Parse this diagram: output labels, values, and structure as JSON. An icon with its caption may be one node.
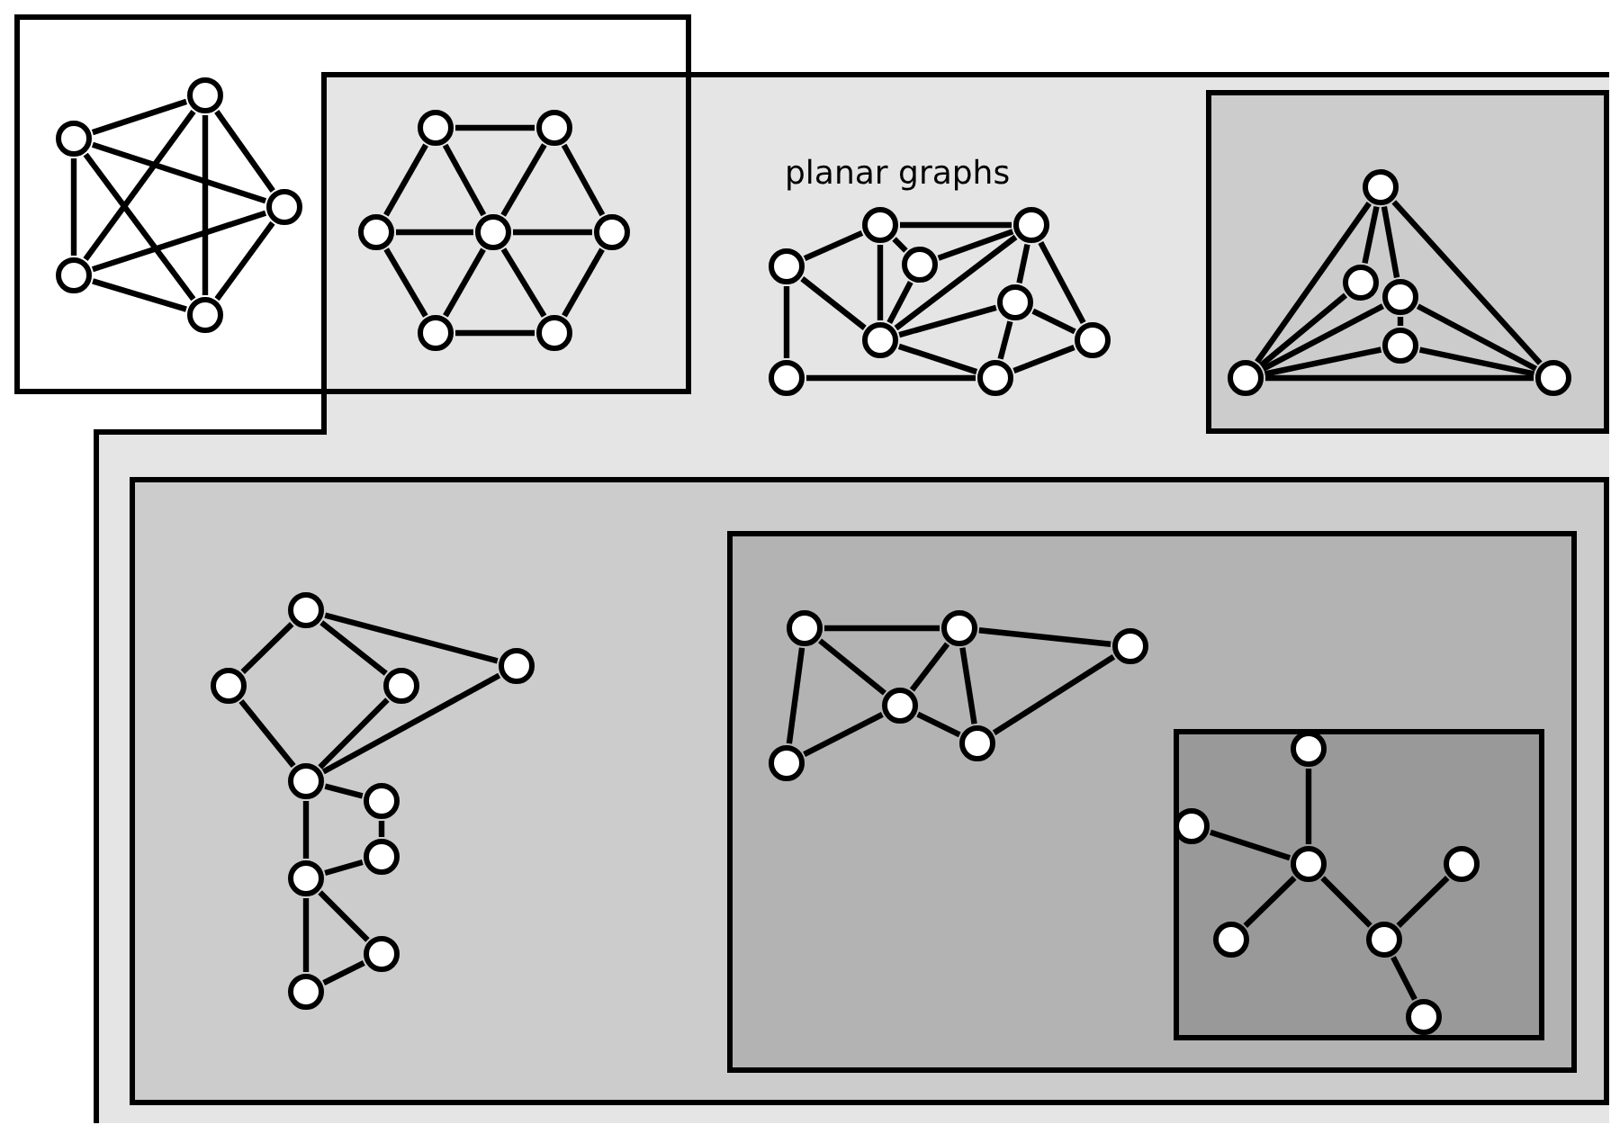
{
  "diagram": {
    "nodes": [
      {
        "text": [],
        "shape": "box"
      },
      {
        "text": [],
        "shape": "circle",
        "in": 0
      },
      {
        "text": [],
        "shape": "circle",
        "in": 0
      },
      {
        "text": [],
        "shape": "circle",
        "in": 0
      },
      {
        "text": [],
        "shape": "circle",
        "in": 0
      },
      {
        "text": [],
        "shape": "circle",
        "in": 0
      },
      {
        "text": [
          "planar graphs"
        ]
      },
      {
        "text": [],
        "shape": "circle"
      },
      {
        "text": [],
        "shape": "circle"
      },
      {
        "text": [],
        "shape": "circle"
      },
      {
        "text": [],
        "shape": "circle"
      },
      {
        "text": [],
        "shape": "circle"
      },
      {
        "text": [],
        "shape": "circle"
      },
      {
        "text": [],
        "shape": "circle"
      },
      {
        "text": [],
        "shape": "circle",
        "in": 6
      },
      {
        "text": [],
        "shape": "circle",
        "in": 6
      },
      {
        "text": [],
        "shape": "circle",
        "in": 6
      },
      {
        "text": [],
        "shape": "circle",
        "in": 6
      },
      {
        "text": [],
        "shape": "circle",
        "in": 6
      },
      {
        "text": [],
        "shape": "circle",
        "in": 6
      },
      {
        "text": [],
        "shape": "circle",
        "in": 6
      },
      {
        "text": [],
        "shape": "circle",
        "in": 6
      },
      {
        "text": [],
        "shape": "circle",
        "in": 6
      },
      {
        "text": [],
        "shape": "box",
        "in": 6
      },
      {
        "text": [],
        "shape": "circle",
        "in": 23
      },
      {
        "text": [],
        "shape": "circle",
        "in": 23
      },
      {
        "text": [],
        "shape": "circle",
        "in": 23
      },
      {
        "text": [],
        "shape": "circle",
        "in": 23
      },
      {
        "text": [],
        "shape": "circle",
        "in": 23
      },
      {
        "text": [],
        "shape": "circle",
        "in": 23
      },
      {
        "text": [],
        "shape": "box",
        "in": 6
      },
      {
        "text": [],
        "shape": "circle",
        "in": 30
      },
      {
        "text": [],
        "shape": "circle",
        "in": 30
      },
      {
        "text": [],
        "shape": "circle",
        "in": 30
      },
      {
        "text": [],
        "shape": "circle",
        "in": 30
      },
      {
        "text": [],
        "shape": "circle",
        "in": 30
      },
      {
        "text": [],
        "shape": "circle",
        "in": 30
      },
      {
        "text": [],
        "shape": "circle",
        "in": 30
      },
      {
        "text": [],
        "shape": "circle",
        "in": 30
      },
      {
        "text": [],
        "shape": "circle",
        "in": 30
      },
      {
        "text": [],
        "shape": "circle",
        "in": 30
      },
      {
        "text": [],
        "shape": "box",
        "in": 30
      },
      {
        "text": [],
        "shape": "circle",
        "in": 41
      },
      {
        "text": [],
        "shape": "circle",
        "in": 41
      },
      {
        "text": [],
        "shape": "circle",
        "in": 41
      },
      {
        "text": [],
        "shape": "circle",
        "in": 41
      },
      {
        "text": [],
        "shape": "circle",
        "in": 41
      },
      {
        "text": [],
        "shape": "circle",
        "in": 41
      },
      {
        "text": [],
        "shape": "box",
        "in": 41
      },
      {
        "text": [],
        "shape": "circle",
        "in": 48
      },
      {
        "text": [],
        "shape": "circle",
        "in": 48
      },
      {
        "text": [],
        "shape": "circle",
        "in": 48
      },
      {
        "text": [],
        "shape": "circle",
        "in": 48
      },
      {
        "text": [],
        "shape": "circle",
        "in": 48
      },
      {
        "text": [],
        "shape": "circle",
        "in": 48
      },
      {
        "text": [],
        "shape": "circle",
        "in": 48
      }
    ],
    "edges": [
      {
        "from": 1,
        "to": 2,
        "arrow": "none"
      },
      {
        "from": 1,
        "to": 3,
        "arrow": "none"
      },
      {
        "from": 1,
        "to": 4,
        "arrow": "none"
      },
      {
        "from": 1,
        "to": 5,
        "arrow": "none"
      },
      {
        "from": 2,
        "to": 3,
        "arrow": "none"
      },
      {
        "from": 2,
        "to": 4,
        "arrow": "none"
      },
      {
        "from": 2,
        "to": 5,
        "arrow": "none"
      },
      {
        "from": 3,
        "to": 4,
        "arrow": "none"
      },
      {
        "from": 3,
        "to": 5,
        "arrow": "none"
      },
      {
        "from": 4,
        "to": 5,
        "arrow": "none"
      },
      {
        "from": 7,
        "to": 8,
        "arrow": "none"
      },
      {
        "from": 12,
        "to": 13,
        "arrow": "none"
      },
      {
        "from": 7,
        "to": 9,
        "arrow": "none"
      },
      {
        "from": 8,
        "to": 11,
        "arrow": "none"
      },
      {
        "from": 9,
        "to": 12,
        "arrow": "none"
      },
      {
        "from": 11,
        "to": 13,
        "arrow": "none"
      },
      {
        "from": 10,
        "to": 7,
        "arrow": "none"
      },
      {
        "from": 10,
        "to": 8,
        "arrow": "none"
      },
      {
        "from": 10,
        "to": 9,
        "arrow": "none"
      },
      {
        "from": 10,
        "to": 11,
        "arrow": "none"
      },
      {
        "from": 10,
        "to": 12,
        "arrow": "none"
      },
      {
        "from": 10,
        "to": 13,
        "arrow": "none"
      },
      {
        "from": 16,
        "to": 14,
        "arrow": "none"
      },
      {
        "from": 14,
        "to": 15,
        "arrow": "none"
      },
      {
        "from": 14,
        "to": 19,
        "arrow": "none"
      },
      {
        "from": 14,
        "to": 17,
        "arrow": "none"
      },
      {
        "from": 17,
        "to": 15,
        "arrow": "none"
      },
      {
        "from": 17,
        "to": 19,
        "arrow": "none"
      },
      {
        "from": 16,
        "to": 19,
        "arrow": "none"
      },
      {
        "from": 16,
        "to": 21,
        "arrow": "none"
      },
      {
        "from": 21,
        "to": 22,
        "arrow": "none"
      },
      {
        "from": 19,
        "to": 15,
        "arrow": "none"
      },
      {
        "from": 19,
        "to": 18,
        "arrow": "none"
      },
      {
        "from": 19,
        "to": 22,
        "arrow": "none"
      },
      {
        "from": 15,
        "to": 18,
        "arrow": "none"
      },
      {
        "from": 15,
        "to": 20,
        "arrow": "none"
      },
      {
        "from": 18,
        "to": 22,
        "arrow": "none"
      },
      {
        "from": 18,
        "to": 20,
        "arrow": "none"
      },
      {
        "from": 20,
        "to": 22,
        "arrow": "none"
      },
      {
        "from": 24,
        "to": 27,
        "arrow": "none"
      },
      {
        "from": 24,
        "to": 28,
        "arrow": "none"
      },
      {
        "from": 27,
        "to": 28,
        "arrow": "none"
      },
      {
        "from": 24,
        "to": 25,
        "arrow": "none"
      },
      {
        "from": 24,
        "to": 26,
        "arrow": "none"
      },
      {
        "from": 27,
        "to": 25,
        "arrow": "none"
      },
      {
        "from": 27,
        "to": 26,
        "arrow": "none"
      },
      {
        "from": 27,
        "to": 29,
        "arrow": "none"
      },
      {
        "from": 28,
        "to": 26,
        "arrow": "none"
      },
      {
        "from": 28,
        "to": 29,
        "arrow": "none"
      },
      {
        "from": 26,
        "to": 29,
        "arrow": "none"
      },
      {
        "from": 31,
        "to": 32,
        "arrow": "none"
      },
      {
        "from": 31,
        "to": 33,
        "arrow": "none"
      },
      {
        "from": 31,
        "to": 34,
        "arrow": "none"
      },
      {
        "from": 32,
        "to": 35,
        "arrow": "none"
      },
      {
        "from": 33,
        "to": 35,
        "arrow": "none"
      },
      {
        "from": 34,
        "to": 35,
        "arrow": "none"
      },
      {
        "from": 35,
        "to": 36,
        "arrow": "none"
      },
      {
        "from": 36,
        "to": 37,
        "arrow": "none"
      },
      {
        "from": 37,
        "to": 38,
        "arrow": "none"
      },
      {
        "from": 35,
        "to": 38,
        "arrow": "none"
      },
      {
        "from": 38,
        "to": 39,
        "arrow": "none"
      },
      {
        "from": 38,
        "to": 40,
        "arrow": "none"
      },
      {
        "from": 39,
        "to": 40,
        "arrow": "none"
      },
      {
        "from": 42,
        "to": 43,
        "arrow": "none"
      },
      {
        "from": 43,
        "to": 44,
        "arrow": "none"
      },
      {
        "from": 42,
        "to": 45,
        "arrow": "none"
      },
      {
        "from": 43,
        "to": 45,
        "arrow": "none"
      },
      {
        "from": 43,
        "to": 46,
        "arrow": "none"
      },
      {
        "from": 45,
        "to": 46,
        "arrow": "none"
      },
      {
        "from": 46,
        "to": 44,
        "arrow": "none"
      },
      {
        "from": 42,
        "to": 47,
        "arrow": "none"
      },
      {
        "from": 47,
        "to": 45,
        "arrow": "none"
      },
      {
        "from": 49,
        "to": 51,
        "arrow": "none"
      },
      {
        "from": 50,
        "to": 51,
        "arrow": "none"
      },
      {
        "from": 51,
        "to": 53,
        "arrow": "none"
      },
      {
        "from": 51,
        "to": 54,
        "arrow": "none"
      },
      {
        "from": 54,
        "to": 52,
        "arrow": "none"
      },
      {
        "from": 54,
        "to": 55,
        "arrow": "none"
      }
    ]
  }
}
